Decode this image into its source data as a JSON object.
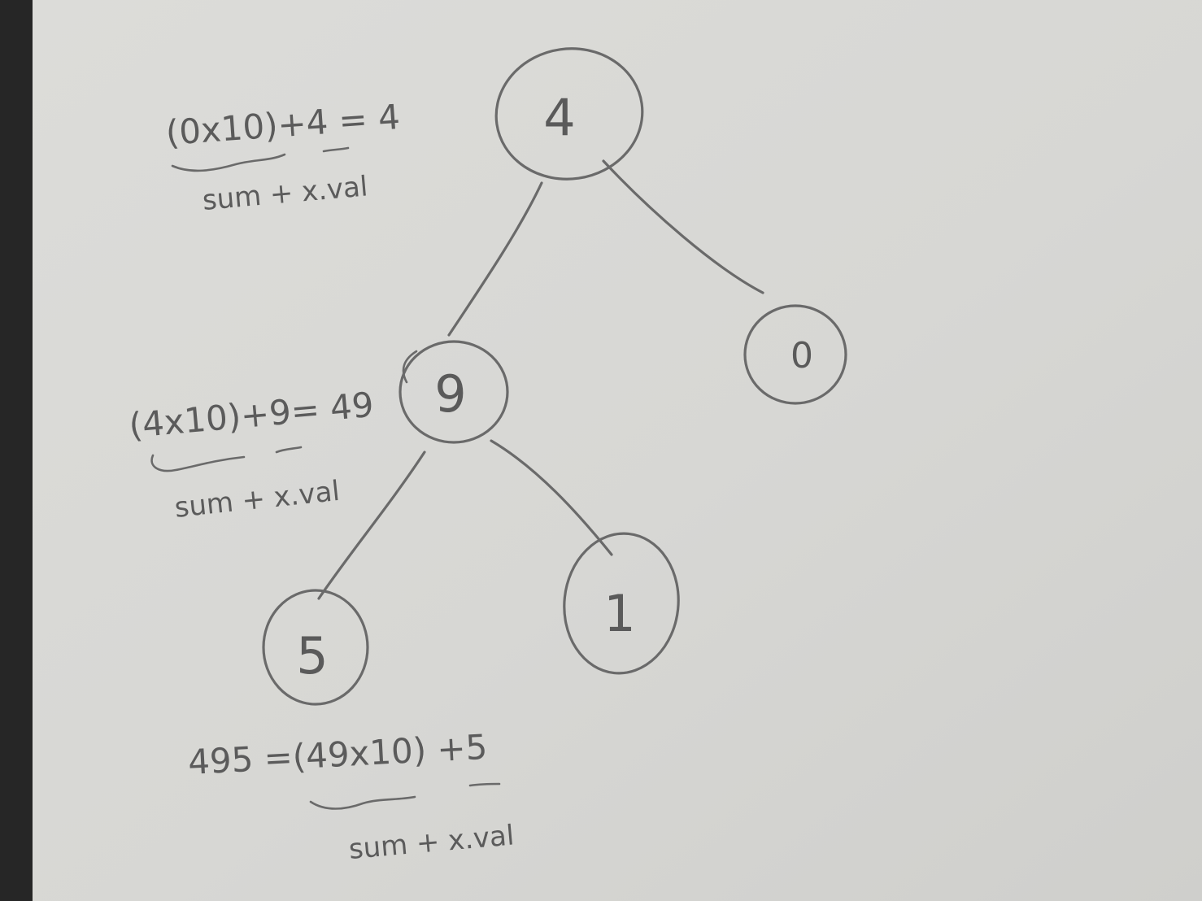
{
  "colors": {
    "paper": "#d9d9d6",
    "pencil": "#5b5b5b",
    "background": "#2a2a2a"
  },
  "tree": {
    "nodes": [
      {
        "id": "root",
        "label": "4"
      },
      {
        "id": "left",
        "label": "9"
      },
      {
        "id": "right",
        "label": "0"
      },
      {
        "id": "left-left",
        "label": "5"
      },
      {
        "id": "left-right",
        "label": "1"
      }
    ]
  },
  "annotations": {
    "root": {
      "equation": "(0x10)+4 = 4",
      "caption": "sum + x.val"
    },
    "left": {
      "equation": "(4x10)+9= 49",
      "caption": "sum + x.val"
    },
    "left_left": {
      "equation": "495 =(49x10) +5",
      "caption": "sum + x.val"
    }
  }
}
